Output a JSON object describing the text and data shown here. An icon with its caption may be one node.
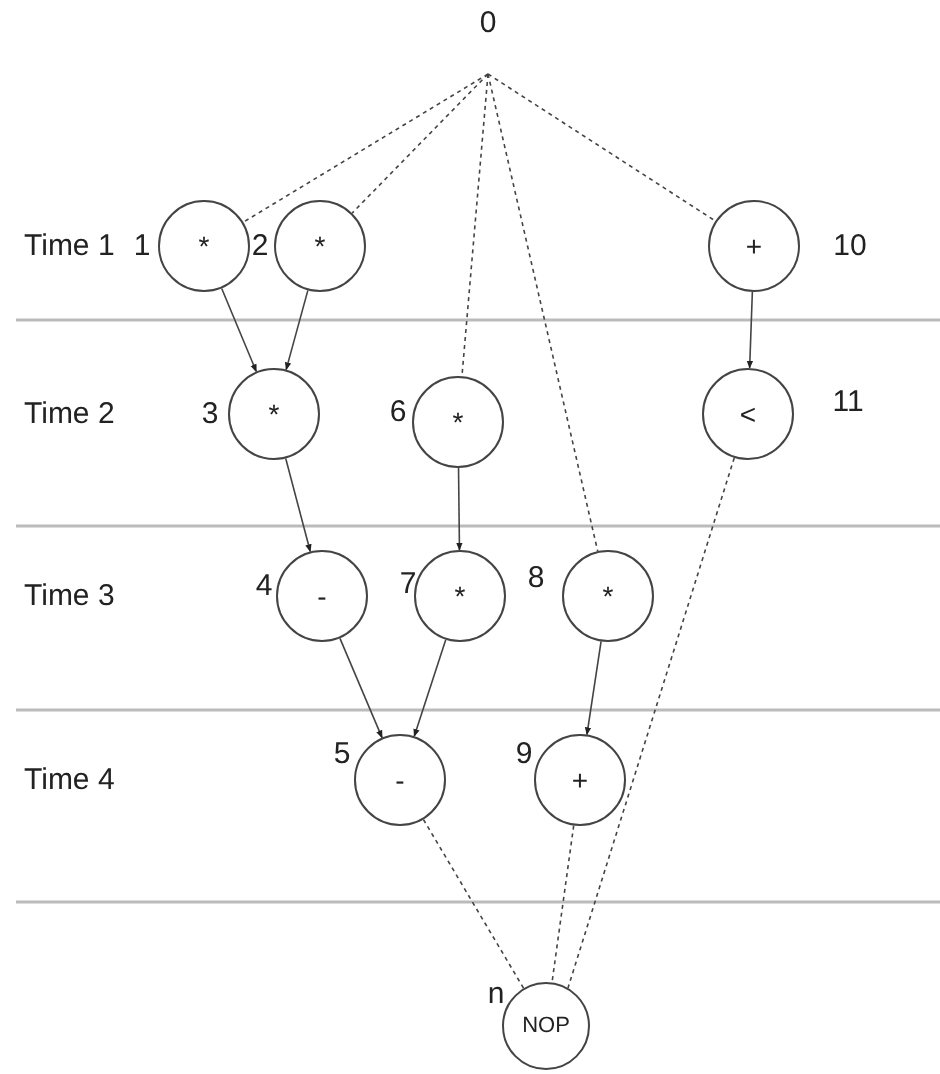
{
  "diagram": {
    "nodes": [
      {
        "text": [
          "0"
        ]
      },
      {
        "text": [
          "*"
        ],
        "beside": [
          "1"
        ]
      },
      {
        "text": [
          "*"
        ],
        "beside": [
          "2"
        ]
      },
      {
        "text": [
          "*"
        ],
        "beside": [
          "3"
        ]
      },
      {
        "text": [
          "-"
        ],
        "beside": [
          "4"
        ]
      },
      {
        "text": [
          "-"
        ],
        "beside": [
          "5"
        ]
      },
      {
        "text": [
          "*"
        ],
        "beside": [
          "6"
        ]
      },
      {
        "text": [
          "*"
        ],
        "beside": [
          "7"
        ]
      },
      {
        "text": [
          "*"
        ],
        "beside": [
          "8"
        ]
      },
      {
        "text": [
          "+"
        ],
        "beside": [
          "9"
        ]
      },
      {
        "text": [
          "+"
        ],
        "beside": [
          "10"
        ]
      },
      {
        "text": [
          "<"
        ],
        "beside": [
          "11"
        ]
      },
      {
        "text": [
          "NOP"
        ],
        "beside": [
          "n"
        ]
      }
    ],
    "edges": [
      {
        "from": 0,
        "to": 1,
        "arrow": "none",
        "style": "dashed"
      },
      {
        "from": 0,
        "to": 2,
        "arrow": "none",
        "style": "dashed"
      },
      {
        "from": 0,
        "to": 6,
        "arrow": "none",
        "style": "dashed"
      },
      {
        "from": 0,
        "to": 8,
        "arrow": "none",
        "style": "dashed"
      },
      {
        "from": 0,
        "to": 10,
        "arrow": "none",
        "style": "dashed"
      },
      {
        "from": 1,
        "to": 3,
        "arrow": "to"
      },
      {
        "from": 2,
        "to": 3,
        "arrow": "to"
      },
      {
        "from": 10,
        "to": 11,
        "arrow": "to"
      },
      {
        "from": 3,
        "to": 4,
        "arrow": "to"
      },
      {
        "from": 6,
        "to": 7,
        "arrow": "to"
      },
      {
        "from": 4,
        "to": 5,
        "arrow": "to"
      },
      {
        "from": 7,
        "to": 5,
        "arrow": "to"
      },
      {
        "from": 8,
        "to": 9,
        "arrow": "to"
      },
      {
        "from": 5,
        "to": 12,
        "arrow": "none",
        "style": "dashed"
      },
      {
        "from": 9,
        "to": 12,
        "arrow": "none",
        "style": "dashed"
      },
      {
        "from": 11,
        "to": 12,
        "arrow": "none",
        "style": "dashed"
      }
    ],
    "labels": [
      "Time 1",
      "Time 2",
      "Time 3",
      "Time 4"
    ]
  }
}
